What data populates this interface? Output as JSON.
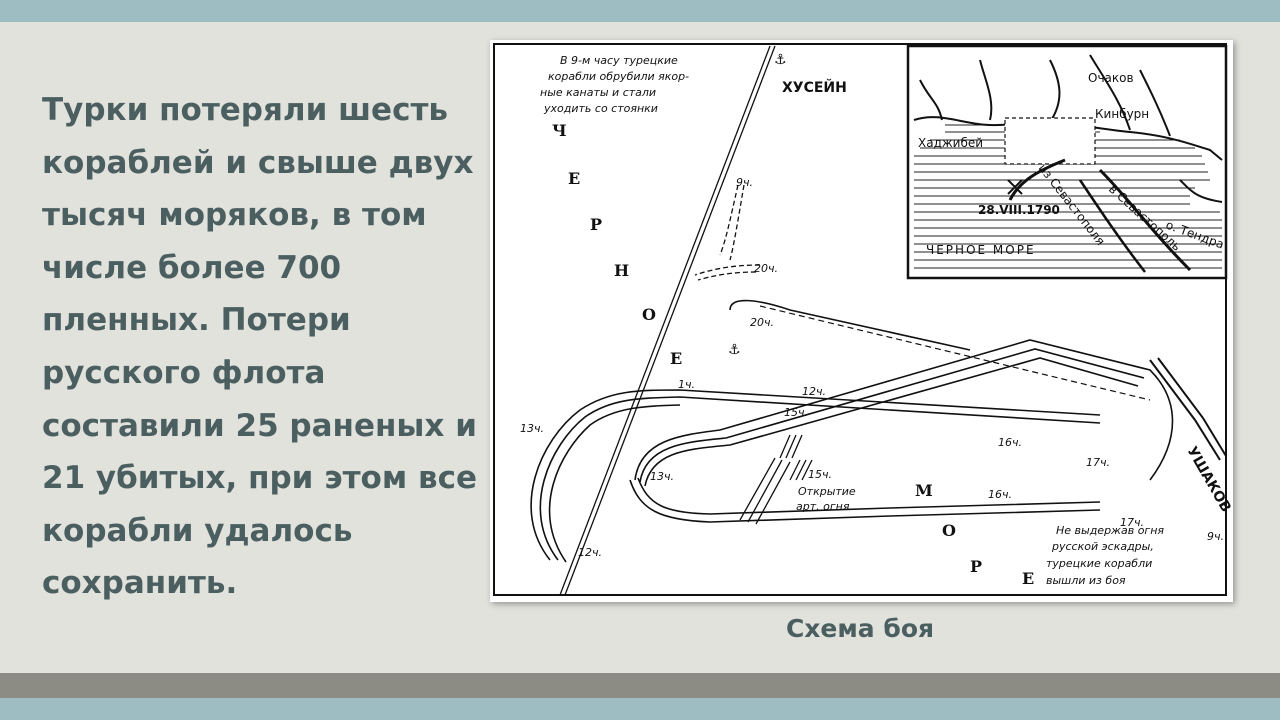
{
  "slide": {
    "body_text": "Турки потеряли шесть кораблей и свыше двух тысяч моряков, в том числе более 700 пленных. Потери русского флота составили 25 раненых и 21 убитых, при этом все корабли удалось сохранить.",
    "caption": "Схема боя"
  },
  "map": {
    "note_top": [
      "В 9-м часу турецкие",
      "корабли обрубили якор-",
      "ные канаты и стали",
      "уходить со стоянки"
    ],
    "husein": "ХУСЕЙН",
    "ushakov": "УШАКОВ",
    "sea_word_1": [
      "Ч",
      "Е",
      "Р",
      "Н",
      "О",
      "Е"
    ],
    "sea_word_2": [
      "М",
      "О",
      "Р",
      "Е"
    ],
    "time_labels": {
      "t9_top": "9ч.",
      "t20_a": "20ч.",
      "t20_b": "20ч.",
      "t1": "1ч.",
      "t12_a": "12ч.",
      "t15_a": "15ч.",
      "t13_a": "13ч.",
      "t13_b": "13ч.",
      "t12_b": "12ч.",
      "t15_b": "15ч.",
      "t16_a": "16ч.",
      "t16_b": "16ч.",
      "t17_a": "17ч.",
      "t17_b": "17ч.",
      "t9_bottom": "9ч."
    },
    "fire_note": [
      "Открытие",
      "арт. огня"
    ],
    "note_bottom": [
      "Не выдержав огня",
      "русской эскадры,",
      "турецкие корабли",
      "вышли из боя"
    ],
    "inset": {
      "ochakov": "Очаков",
      "kinburn": "Кинбурн",
      "hadzhibey": "Хаджибей",
      "date": "28.VIII.1790",
      "from_sev_1": "из Севастополя",
      "to_sev": "в Севастополь",
      "tendra": "о. Тендра",
      "sea": "ЧЕРНОЕ МОРЕ"
    }
  },
  "colors": {
    "text": "#4b5f61",
    "background": "#e2e2dd",
    "band_teal": "#9dbdc2",
    "band_gray": "#8c8c84"
  }
}
